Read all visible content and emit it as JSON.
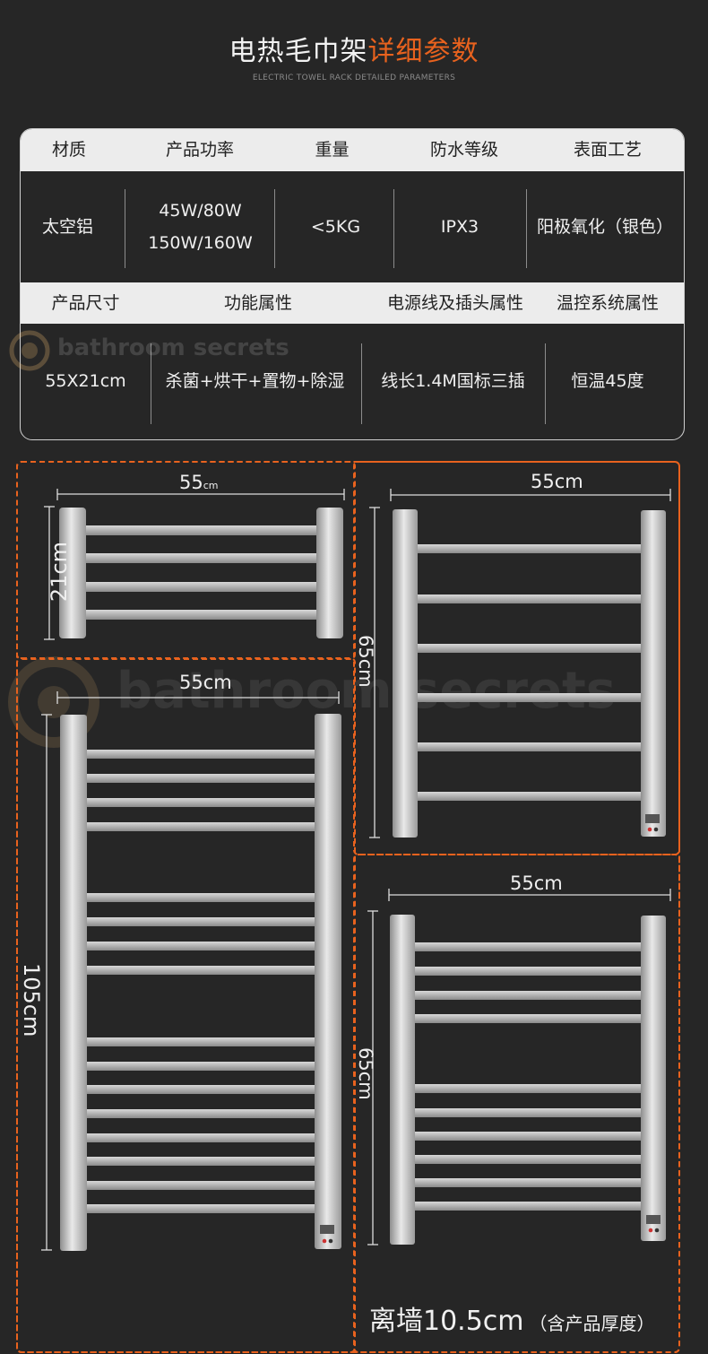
{
  "header": {
    "title_part1": "电热毛巾架",
    "title_part2": "详细参数",
    "subtitle": "ELECTRIC TOWEL RACK DETAILED PARAMETERS"
  },
  "specs": {
    "row1_headers": [
      "材质",
      "产品功率",
      "重量",
      "防水等级",
      "表面工艺"
    ],
    "row1_values": [
      "太空铝",
      "45W/80W\n150W/160W",
      "<5KG",
      "IPX3",
      "阳极氧化（银色）"
    ],
    "row2_headers": [
      "产品尺寸",
      "功能属性",
      "电源线及插头属性",
      "温控系统属性"
    ],
    "row2_values": [
      "55X21cm",
      "杀菌+烘干+置物+除湿",
      "线长1.4M国标三插",
      "恒温45度"
    ]
  },
  "watermark": {
    "brand": "bathroom secrets"
  },
  "diagrams": {
    "small": {
      "width": "55",
      "width_unit": "cm",
      "height": "21cm"
    },
    "medium": {
      "width": "55cm",
      "height": "65cm"
    },
    "large": {
      "width": "55cm",
      "height": "105cm"
    },
    "dense": {
      "width": "55cm",
      "height": "65cm"
    }
  },
  "note": {
    "main": "离墙10.5cm",
    "sub": "（含产品厚度）"
  },
  "colors": {
    "accent": "#e8621e",
    "background": "#262626",
    "header_row": "#ececec"
  }
}
